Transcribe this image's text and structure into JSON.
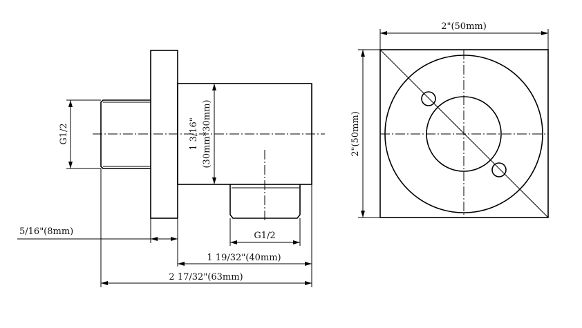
{
  "side_view": {
    "thread_left_label": "G1/2",
    "body_height_label": "1 3/16\"",
    "body_size_label": "(30mm*30mm)",
    "flange_thickness_label": "5/16\"(8mm)",
    "thread_bottom_label": "G1/2",
    "body_length_label": "1 19/32\"(40mm)",
    "overall_length_label": "2 17/32\"(63mm)"
  },
  "front_view": {
    "width_label": "2\"(50mm)",
    "height_label": "2\"(50mm)"
  }
}
